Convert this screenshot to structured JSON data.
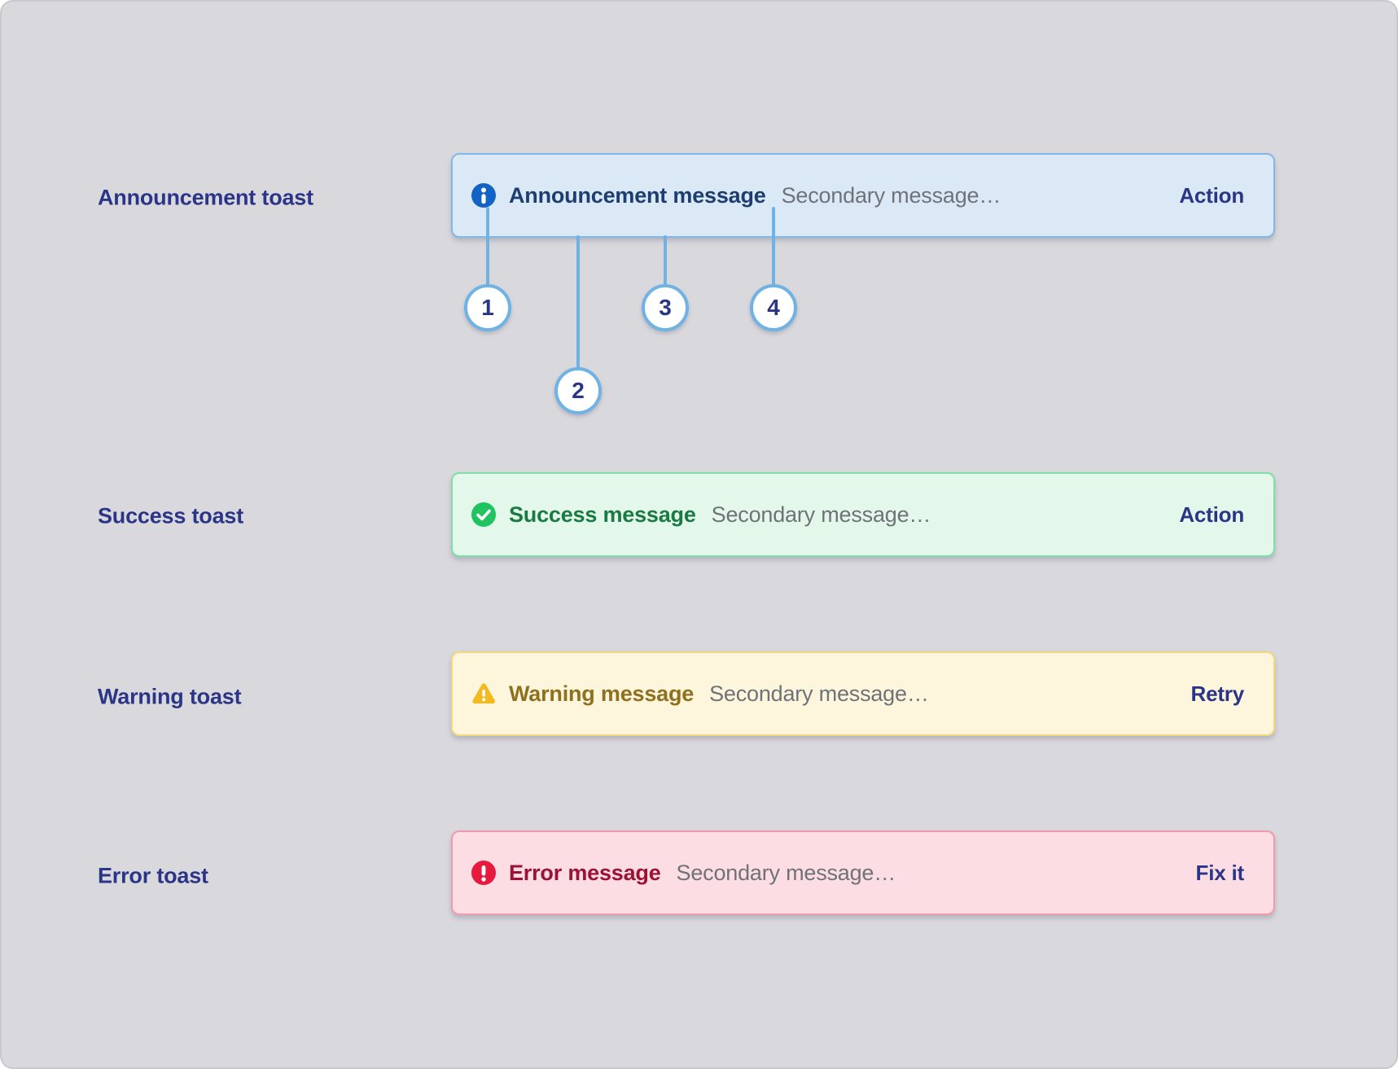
{
  "canvas": {
    "background": "#d9d8dc"
  },
  "rows": [
    {
      "label": "Announcement toast",
      "title": "Announcement message",
      "secondary": "Secondary message…",
      "action": "Action",
      "icon": "info-icon",
      "bg": "#dbe9f7",
      "border": "#85b7e6",
      "title_color": "#1d3e71",
      "icon_color": "#1263c5"
    },
    {
      "label": "Success toast",
      "title": "Success message",
      "secondary": "Secondary message…",
      "action": "Action",
      "icon": "check-icon",
      "bg": "#e3f8eb",
      "border": "#7fdfa6",
      "title_color": "#1b7a42",
      "icon_color": "#1fc360"
    },
    {
      "label": "Warning toast",
      "title": "Warning message",
      "secondary": "Secondary message…",
      "action": "Retry",
      "icon": "warning-icon",
      "bg": "#fdf6dc",
      "border": "#f2d87d",
      "title_color": "#8f701f",
      "icon_color": "#f3ba1f"
    },
    {
      "label": "Error toast",
      "title": "Error message",
      "secondary": "Secondary message…",
      "action": "Fix it",
      "icon": "error-icon",
      "bg": "#fbdde3",
      "border": "#f29aad",
      "title_color": "#9c1134",
      "icon_color": "#e51a3c"
    }
  ],
  "callouts": [
    {
      "number": "1"
    },
    {
      "number": "2"
    },
    {
      "number": "3"
    },
    {
      "number": "4"
    }
  ],
  "colors": {
    "label_navy": "#2b3588",
    "secondary_text": "#6f7278",
    "callout_blue": "#6fb3e4"
  }
}
